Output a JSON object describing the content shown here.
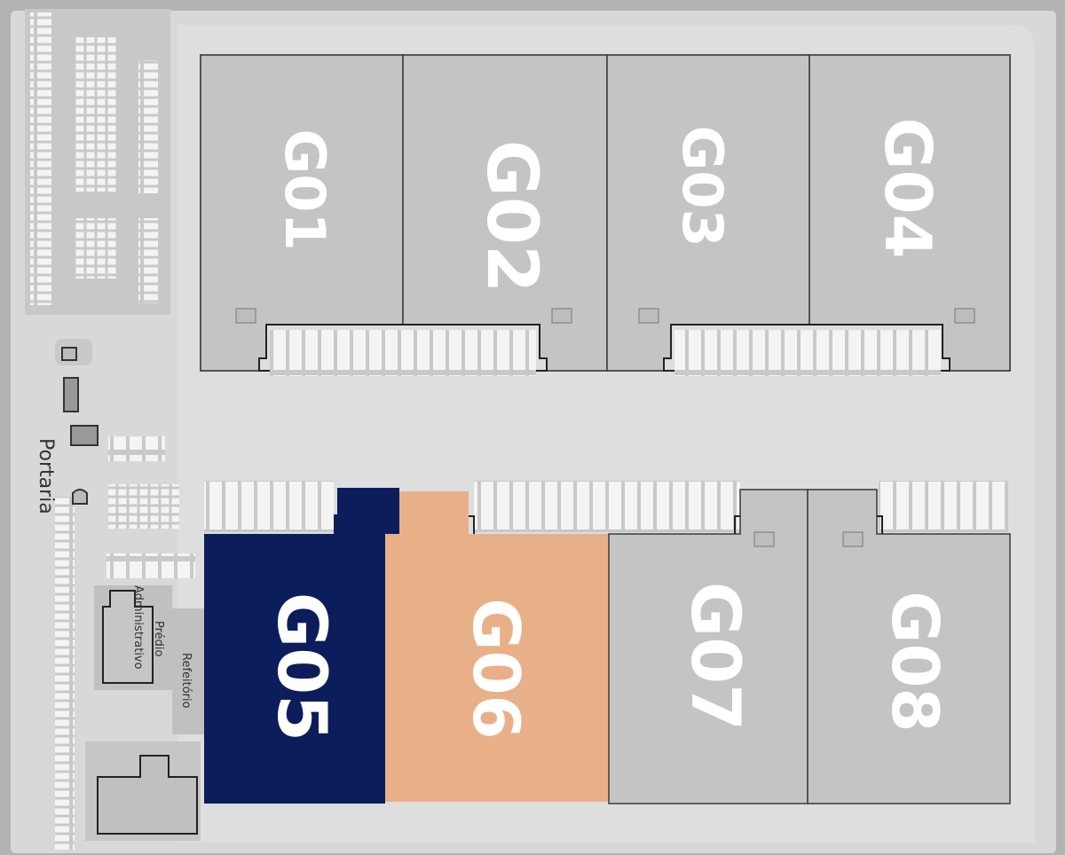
{
  "colors": {
    "background": "#b3b3b3",
    "ground": "#d6d6d6",
    "building": "#c4c4c4",
    "building_stroke": "#3a3a3a",
    "highlight_dark": "#0b1e5b",
    "highlight_light": "#e8b089",
    "parking": "#f2f2f2"
  },
  "units": [
    {
      "id": "G01",
      "label": "G01",
      "state": "normal"
    },
    {
      "id": "G02",
      "label": "G02",
      "state": "normal"
    },
    {
      "id": "G03",
      "label": "G03",
      "state": "normal"
    },
    {
      "id": "G04",
      "label": "G04",
      "state": "normal"
    },
    {
      "id": "G05",
      "label": "G05",
      "state": "selected"
    },
    {
      "id": "G06",
      "label": "G06",
      "state": "highlighted"
    },
    {
      "id": "G07",
      "label": "G07",
      "state": "normal"
    },
    {
      "id": "G08",
      "label": "G08",
      "state": "normal"
    }
  ],
  "facilities": {
    "portaria": "Portaria",
    "predio_line1": "Prédio",
    "predio_line2": "Administrativo",
    "refeitorio": "Refeitório"
  }
}
